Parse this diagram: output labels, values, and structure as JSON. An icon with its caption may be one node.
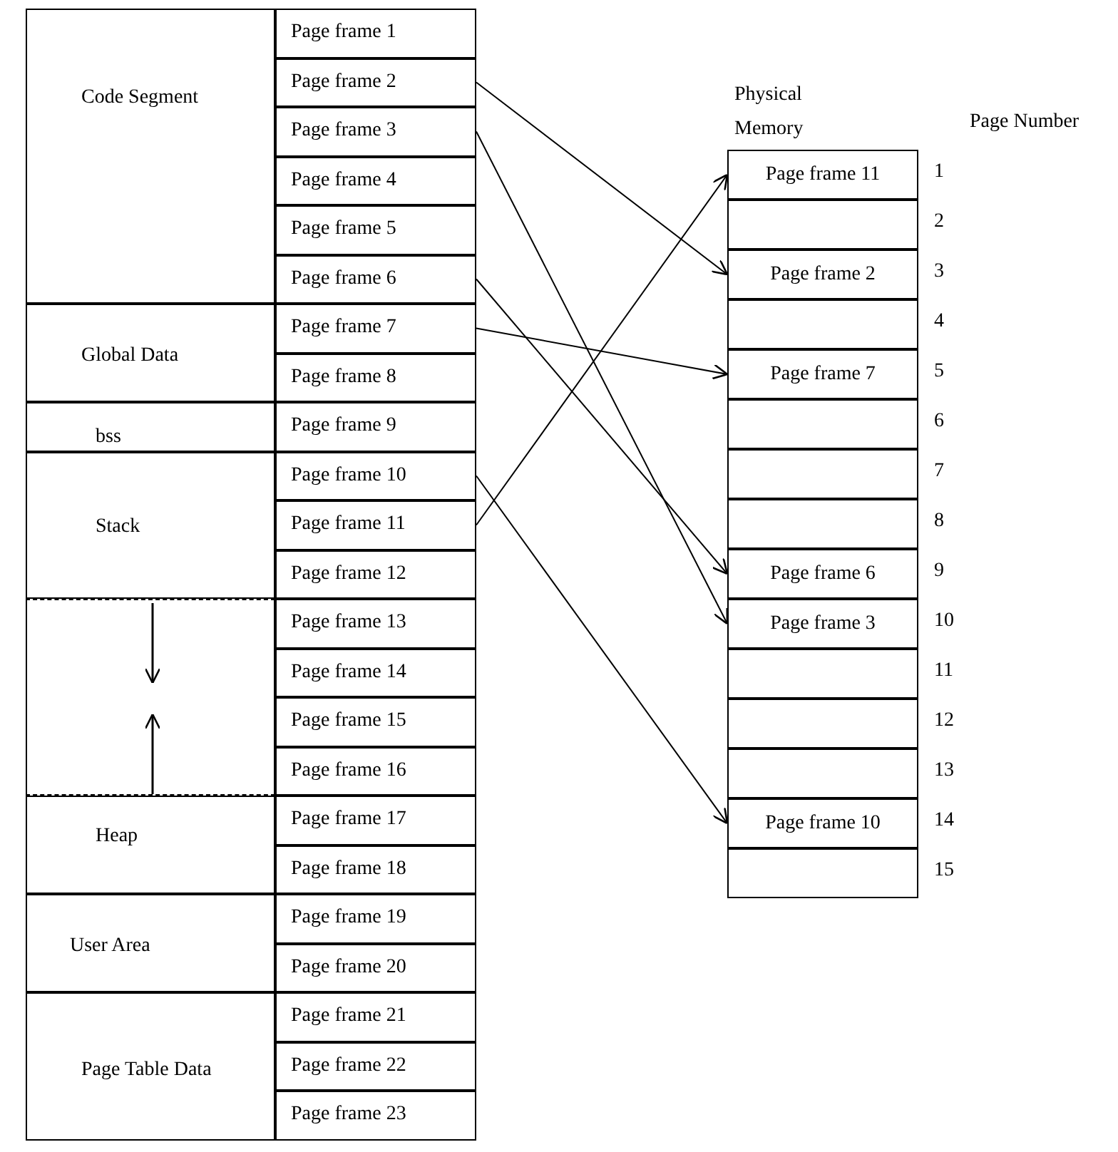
{
  "diagram": {
    "nodes": [
      {
        "text": [
          "Code Segment"
        ]
      },
      {
        "text": [
          "Global Data"
        ]
      },
      {
        "text": [
          "bss"
        ]
      },
      {
        "text": [
          "Stack"
        ]
      },
      {
        "text": [],
        "shape": "box"
      },
      {
        "text": [
          "Heap"
        ]
      },
      {
        "text": [
          "User Area"
        ]
      },
      {
        "text": [
          "Page Table Data"
        ]
      },
      {
        "text": [
          "Page frame 1"
        ]
      },
      {
        "text": [
          "Page frame 2"
        ]
      },
      {
        "text": [
          "Page frame 3"
        ]
      },
      {
        "text": [
          "Page frame 4"
        ]
      },
      {
        "text": [
          "Page frame 5"
        ]
      },
      {
        "text": [
          "Page frame 6"
        ]
      },
      {
        "text": [
          "Page frame 7"
        ]
      },
      {
        "text": [
          "Page frame 8"
        ]
      },
      {
        "text": [
          "Page frame 9"
        ]
      },
      {
        "text": [
          "Page frame 10"
        ]
      },
      {
        "text": [
          "Page frame 11"
        ]
      },
      {
        "text": [
          "Page frame 12"
        ]
      },
      {
        "text": [
          "Page frame 13"
        ]
      },
      {
        "text": [
          "Page frame 14"
        ]
      },
      {
        "text": [
          "Page frame 15"
        ]
      },
      {
        "text": [
          "Page frame 16"
        ]
      },
      {
        "text": [
          "Page frame 17"
        ]
      },
      {
        "text": [
          "Page frame 18"
        ]
      },
      {
        "text": [
          "Page frame 19"
        ]
      },
      {
        "text": [
          "Page frame 20"
        ]
      },
      {
        "text": [
          "Page frame 21"
        ]
      },
      {
        "text": [
          "Page frame 22"
        ]
      },
      {
        "text": [
          "Page frame 23"
        ]
      },
      {
        "text": [
          "Physical Memory"
        ]
      },
      {
        "text": [
          "Page frame 11"
        ],
        "in": 31
      },
      {
        "text": [],
        "shape": "box",
        "in": 31
      },
      {
        "text": [
          "Page frame 2"
        ],
        "in": 31
      },
      {
        "text": [],
        "shape": "box",
        "in": 31
      },
      {
        "text": [
          "Page frame 7"
        ],
        "in": 31
      },
      {
        "text": [],
        "shape": "box",
        "in": 31
      },
      {
        "text": [],
        "shape": "box",
        "in": 31
      },
      {
        "text": [],
        "shape": "box",
        "in": 31
      },
      {
        "text": [
          "Page frame 6"
        ],
        "in": 31
      },
      {
        "text": [
          "Page frame 3"
        ],
        "in": 31
      },
      {
        "text": [],
        "shape": "box",
        "in": 31
      },
      {
        "text": [],
        "shape": "box",
        "in": 31
      },
      {
        "text": [],
        "shape": "box",
        "in": 31
      },
      {
        "text": [
          "Page frame 10"
        ],
        "in": 31
      },
      {
        "text": [],
        "shape": "box",
        "in": 31
      }
    ],
    "edges": [
      {
        "from": 9,
        "to": 34,
        "arrow": "to"
      },
      {
        "from": 10,
        "to": 41,
        "arrow": "to"
      },
      {
        "from": 13,
        "to": 40,
        "arrow": "to"
      },
      {
        "from": 14,
        "to": 36,
        "arrow": "to"
      },
      {
        "from": 17,
        "to": 45,
        "arrow": "to"
      },
      {
        "from": 18,
        "to": 32,
        "arrow": "to"
      }
    ],
    "labels": [
      "Page Number",
      "1",
      "2",
      "3",
      "4",
      "5",
      "6",
      "7",
      "8",
      "9",
      "10",
      "11",
      "12",
      "13",
      "14",
      "15"
    ]
  }
}
